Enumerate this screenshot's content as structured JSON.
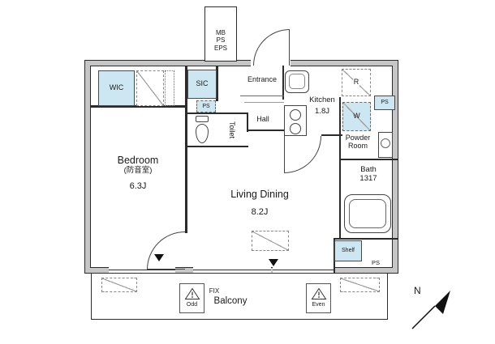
{
  "colors": {
    "wall_fill": "#c6c6c6",
    "line": "#2b2b2b",
    "fixture_blue": "#cde7f2"
  },
  "shaft": [
    "MB",
    "PS",
    "EPS"
  ],
  "rooms": {
    "wic": "WIC",
    "sic": "SIC",
    "ps_entry": "PS",
    "entrance": "Entrance",
    "toilet": "Toilet",
    "hall": "Hall",
    "kitchen": {
      "name": "Kitchen",
      "size": "1.8J"
    },
    "fridge": "R",
    "ps_right": "PS",
    "washer": "W",
    "powder": {
      "line1": "Powder",
      "line2": "Room"
    },
    "bath": {
      "name": "Bath",
      "size": "1317"
    },
    "bedroom": {
      "name": "Bedroom",
      "sub": "(防音室)",
      "size": "6.3J"
    },
    "living": {
      "name": "Living Dining",
      "size": "8.2J"
    },
    "shelf": "Shelf",
    "ps_bottom": "PS"
  },
  "balcony": {
    "fix": "FIX",
    "name": "Balcony",
    "odd": "Odd",
    "even": "Even"
  },
  "compass": {
    "north": "N"
  }
}
